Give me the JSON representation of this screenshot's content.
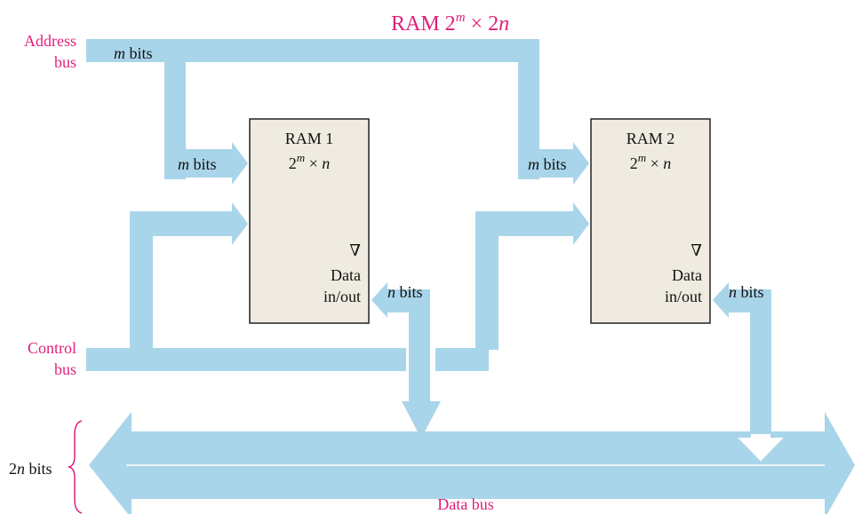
{
  "title": {
    "prefix": "RAM 2",
    "exp": "m",
    "suffix": " × 2",
    "var": "n"
  },
  "labels": {
    "address_bus": [
      "Address",
      "bus"
    ],
    "control_bus": [
      "Control",
      "bus"
    ],
    "data_bus": "Data bus",
    "width": {
      "num": "2",
      "var": "n",
      "unit": " bits"
    },
    "m_bits": {
      "var": "m",
      "unit": " bits"
    },
    "n_bits": {
      "var": "n",
      "unit": " bits"
    }
  },
  "rams": [
    {
      "name": "RAM 1",
      "size": {
        "base": "2",
        "exp": "m",
        "times": " × ",
        "var": "n"
      },
      "symbol": "∇",
      "data": [
        "Data",
        "in/out"
      ]
    },
    {
      "name": "RAM 2",
      "size": {
        "base": "2",
        "exp": "m",
        "times": " × ",
        "var": "n"
      },
      "symbol": "∇",
      "data": [
        "Data",
        "in/out"
      ]
    }
  ],
  "colors": {
    "bus": "#a9d5ea",
    "ram_fill": "#efebe1",
    "ram_stroke": "#222222",
    "label_magenta": "#e01f7a",
    "text": "#111111"
  }
}
